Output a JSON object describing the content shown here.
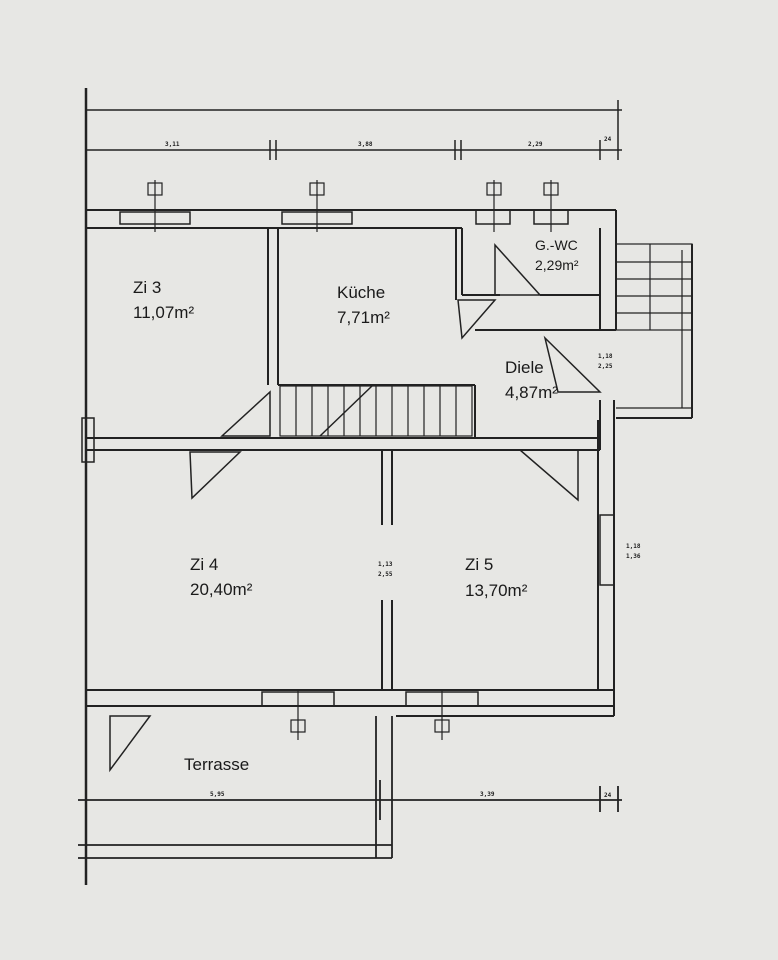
{
  "rooms": {
    "zi3": {
      "name": "Zi 3",
      "area": "11,07m²"
    },
    "kueche": {
      "name": "Küche",
      "area": "7,71m²"
    },
    "gwc": {
      "name": "G.-WC",
      "area": "2,29m²"
    },
    "diele": {
      "name": "Diele",
      "area": "4,87m²"
    },
    "zi4": {
      "name": "Zi 4",
      "area": "20,40m²"
    },
    "zi5": {
      "name": "Zi 5",
      "area": "13,70m²"
    },
    "terrasse": {
      "name": "Terrasse"
    }
  },
  "dimensions": {
    "top": [
      "3,11",
      "3,88",
      "2,29",
      "24"
    ],
    "bottom": [
      "5,95",
      "3,39",
      "24"
    ],
    "opening_zi4_zi5": [
      "1,13",
      "2,55"
    ],
    "opening_right": [
      "1,18",
      "1,36"
    ],
    "opening_diele": [
      "1,18",
      "2,25"
    ]
  }
}
